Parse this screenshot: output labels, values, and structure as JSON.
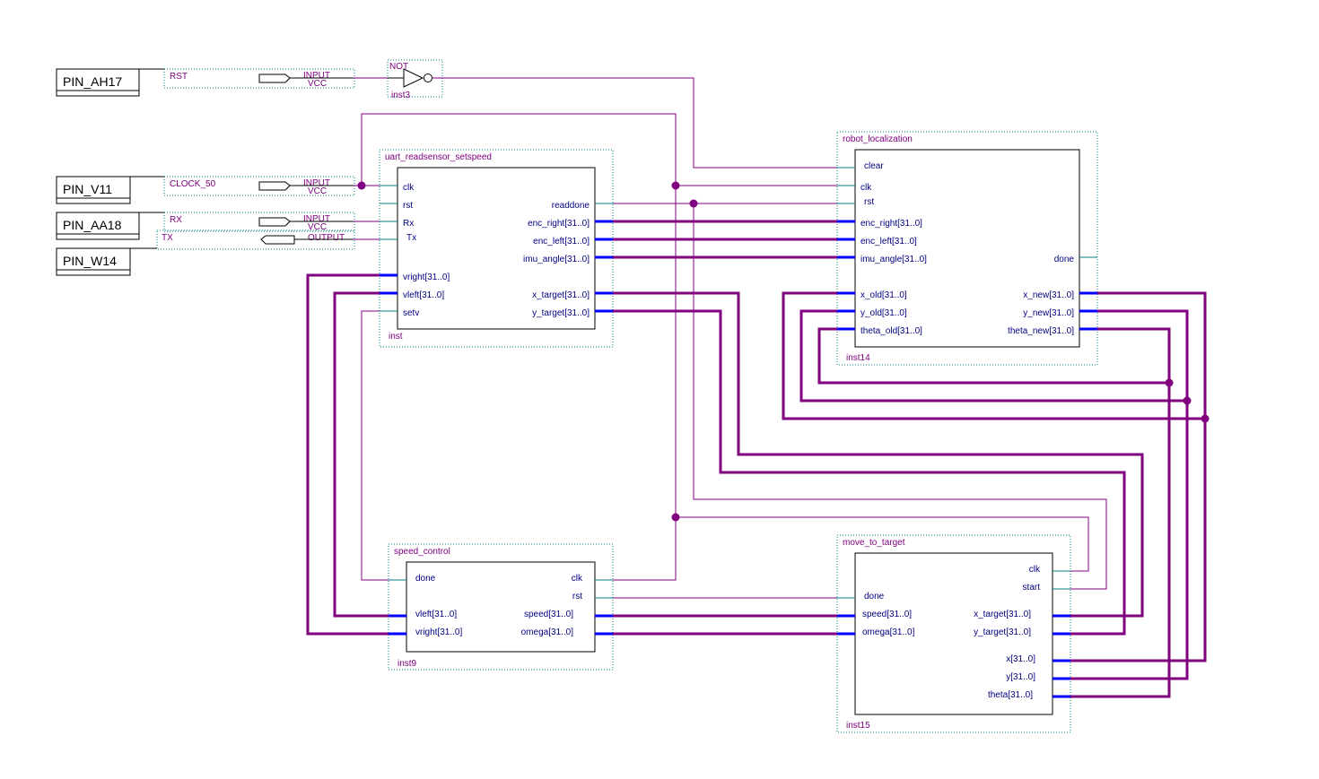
{
  "pins": [
    {
      "name": "PIN_AH17",
      "signal": "RST",
      "dir": "INPUT",
      "vcc": "VCC"
    },
    {
      "name": "PIN_V11",
      "signal": "CLOCK_50",
      "dir": "INPUT",
      "vcc": "VCC"
    },
    {
      "name": "PIN_AA18",
      "signal": "RX",
      "dir": "INPUT",
      "vcc": "VCC"
    },
    {
      "name": "PIN_W14",
      "signal": "TX",
      "dir": "OUTPUT",
      "vcc": ""
    }
  ],
  "not_gate": {
    "type": "NOT",
    "inst": "inst3"
  },
  "blocks": {
    "uart": {
      "title": "uart_readsensor_setspeed",
      "inst": "inst",
      "in_ports": [
        "clk",
        "rst",
        "Rx",
        "Tx",
        "vright[31..0]",
        "vleft[31..0]",
        "setv"
      ],
      "out_ports": [
        "readdone",
        "enc_right[31..0]",
        "enc_left[31..0]",
        "imu_angle[31..0]",
        "x_target[31..0]",
        "y_target[31..0]"
      ]
    },
    "robot_localization": {
      "title": "robot_localization",
      "inst": "inst14",
      "in_ports": [
        "clear",
        "clk",
        "rst",
        "enc_right[31..0]",
        "enc_left[31..0]",
        "imu_angle[31..0]",
        "x_old[31..0]",
        "y_old[31..0]",
        "theta_old[31..0]"
      ],
      "out_ports": [
        "done",
        "x_new[31..0]",
        "y_new[31..0]",
        "theta_new[31..0]"
      ]
    },
    "speed_control": {
      "title": "speed_control",
      "inst": "inst9",
      "in_ports": [
        "done",
        "vleft[31..0]",
        "vright[31..0]"
      ],
      "out_ports": [
        "clk",
        "rst",
        "speed[31..0]",
        "omega[31..0]"
      ]
    },
    "move_to_target": {
      "title": "move_to_target",
      "inst": "inst15",
      "in_ports": [
        "done",
        "speed[31..0]",
        "omega[31..0]"
      ],
      "out_ports": [
        "clk",
        "start",
        "x_target[31..0]",
        "y_target[31..0]",
        "x[31..0]",
        "y[31..0]",
        "theta[31..0]"
      ]
    }
  },
  "colors": {
    "wire": "#800080",
    "bus": "#800080",
    "port_tick": "#0000ff",
    "box_dotted": "#008080",
    "text": "#800080",
    "port_text": "#000080"
  }
}
